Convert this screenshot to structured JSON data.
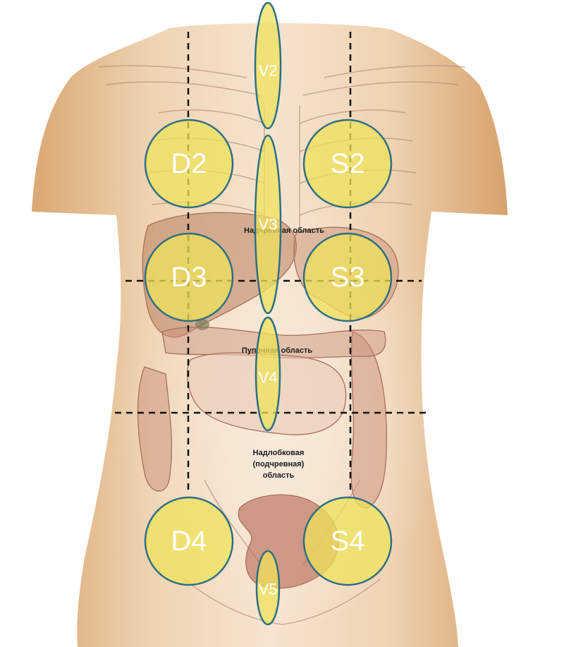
{
  "zones": {
    "V2": "V2",
    "V3": "V3",
    "V4": "V4",
    "V5": "V5",
    "D2": "D2",
    "S2": "S2",
    "D3": "D3",
    "S3": "S3",
    "D4": "D4",
    "S4": "S4"
  },
  "regions": {
    "epigastric": "Надчревная область",
    "umbilical": "Пупочная область",
    "hypogastric_line1": "Надлобковая",
    "hypogastric_line2": "(подчревная)",
    "hypogastric_line3": "область"
  },
  "colors": {
    "zone_fill": "#efe25a",
    "zone_stroke": "#2e6f83",
    "skin": "#e8c39a",
    "grid": "#111111"
  }
}
